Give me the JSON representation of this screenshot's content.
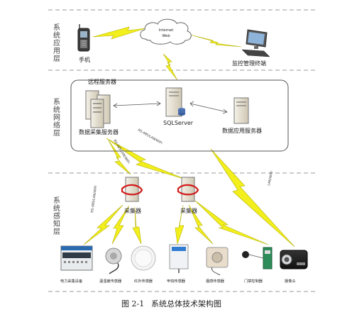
{
  "layers": {
    "application": [
      "系",
      "统",
      "应",
      "用",
      "层"
    ],
    "network": [
      "系",
      "统",
      "网",
      "络",
      "层"
    ],
    "perception": [
      "系",
      "统",
      "感",
      "知",
      "层"
    ]
  },
  "cloud": {
    "line1": "Internet",
    "line2": "Web"
  },
  "app_layer": {
    "phone_label": "手机",
    "terminal_label": "监控管理终端"
  },
  "network_layer": {
    "remote_label": "远程服务器",
    "collector_server_label": "数据采集服务器",
    "sql_label": "SQLServer",
    "app_server_label": "数据应用服务器"
  },
  "links": {
    "rs485_left": "RS-485/LAN/WIFI",
    "rs485_mid_1": "RS-485/LAN/WIFI",
    "rs485_mid_2": "RS-485/LAN/WIFI",
    "lan_right": "LAN/WIFI"
  },
  "collectors": {
    "left_label": "采集器",
    "right_label": "采集器"
  },
  "devices": [
    {
      "name": "power",
      "label": "电力采集设备"
    },
    {
      "name": "temp-humidity",
      "label": "温湿度传感器"
    },
    {
      "name": "infrared",
      "label": "红外传感器"
    },
    {
      "name": "formaldehyde",
      "label": "甲烷传感器"
    },
    {
      "name": "smoke",
      "label": "烟感传感器"
    },
    {
      "name": "door",
      "label": "门禁控制器"
    },
    {
      "name": "camera",
      "label": "摄像头"
    }
  ],
  "caption": {
    "figure_no": "图 2-1",
    "title": "系统总体技术架构图"
  },
  "colors": {
    "bolt": "#f2ef1c",
    "bolt_outline": "#b5b000",
    "dashed": "#999999",
    "server_body": "#e9e4d6"
  }
}
